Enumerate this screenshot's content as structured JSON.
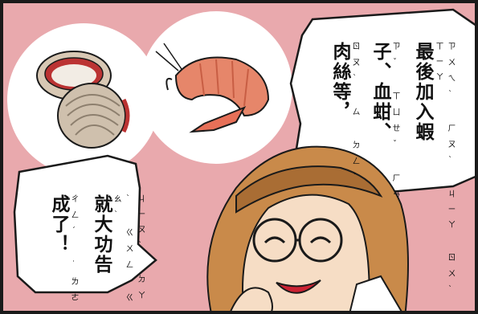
{
  "speech_right": {
    "lines": [
      "最後加入蝦",
      "子、血蚶、",
      "肉絲等，"
    ],
    "bopomofo": [
      "ㄗㄨㄟˋ ㄏㄡˋ ㄐㄧㄚ ㄖㄨˋ ㄒㄧㄚ",
      "ㄗˇ   ㄒㄩㄝˇ ㄏㄢ",
      "ㄖㄡˋ ㄙ ㄉㄥˇ"
    ]
  },
  "speech_left": {
    "lines": [
      "就大功告",
      "成了！"
    ],
    "bopomofo": [
      "ㄐㄧㄡˋ ㄉㄚˋ ㄍㄨㄥ ㄍㄠˋ",
      "ㄔㄥˊ ˙ㄌㄜ"
    ]
  },
  "colors": {
    "background": "#e9a9ad",
    "bubble": "#ffffff",
    "outline": "#1a1a1a",
    "hair": "#c98a4a",
    "skin": "#f6ddc5",
    "shrimp": "#e6866a",
    "clam": "#c9b9a6"
  },
  "icons": [
    "clam-icon",
    "shrimp-icon",
    "girl-character"
  ]
}
